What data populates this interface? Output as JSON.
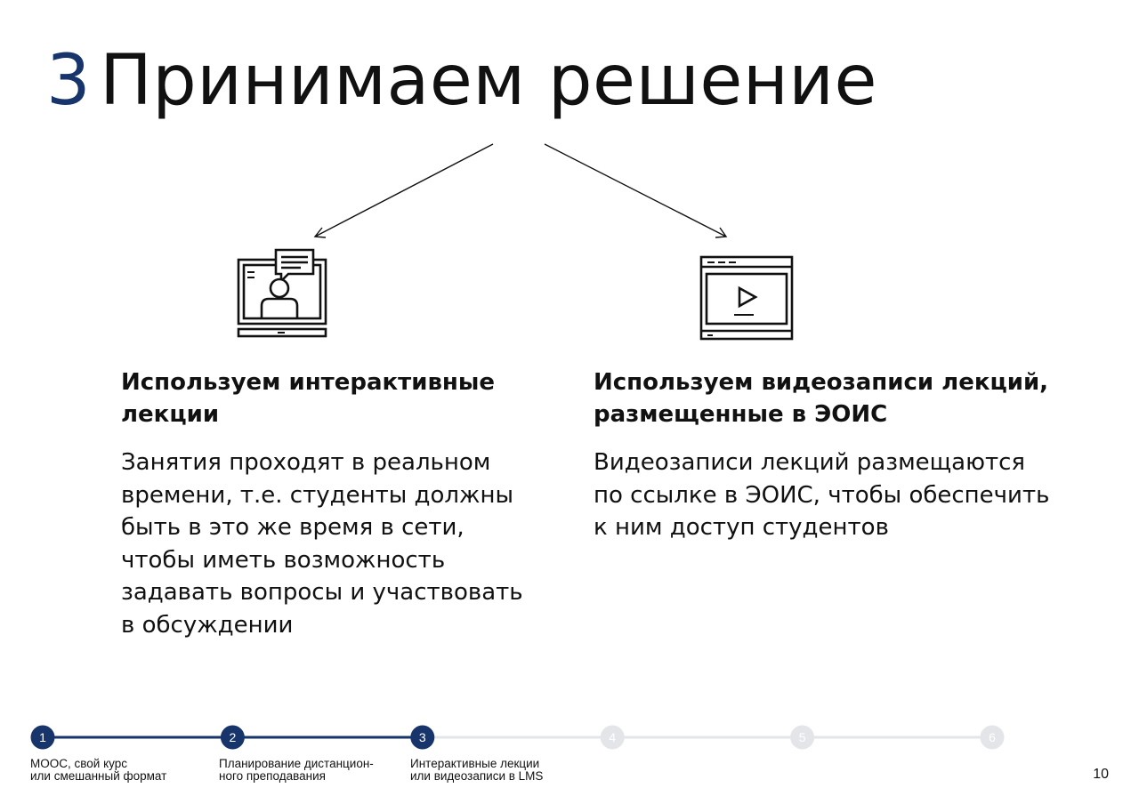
{
  "title": {
    "number": "3",
    "text": "Принимаем решение"
  },
  "options": [
    {
      "icon": "interactive-lecture-icon",
      "heading": "Используем интерактивные лекции",
      "body": "Занятия проходят в реальном времени, т.е. студенты должны быть в это же время в сети, чтобы иметь возможность задавать вопросы и участвовать в обсуждении"
    },
    {
      "icon": "video-player-icon",
      "heading": "Используем видеозаписи лекций, размещенные в ЭОИС",
      "body": "Видеозаписи лекций размещаются по ссылке в ЭОИС, чтобы обеспечить к ним доступ студентов"
    }
  ],
  "progress": {
    "steps": [
      {
        "number": "1",
        "label_line1": "МООС, свой курс",
        "label_line2": "или смешанный формат",
        "state": "done"
      },
      {
        "number": "2",
        "label_line1": "Планирование дистанцион-",
        "label_line2": "ного преподавания",
        "state": "done"
      },
      {
        "number": "3",
        "label_line1": "Интерактивные лекции",
        "label_line2": "или видеозаписи в LMS",
        "state": "current"
      },
      {
        "number": "4",
        "label_line1": "",
        "label_line2": "",
        "state": "upcoming"
      },
      {
        "number": "5",
        "label_line1": "",
        "label_line2": "",
        "state": "upcoming"
      },
      {
        "number": "6",
        "label_line1": "",
        "label_line2": "",
        "state": "upcoming"
      }
    ],
    "colors": {
      "active": "#17346b",
      "inactive": "#e3e5e9",
      "active_text": "#ffffff",
      "inactive_text": "#ffffff"
    }
  },
  "page_number": "10"
}
